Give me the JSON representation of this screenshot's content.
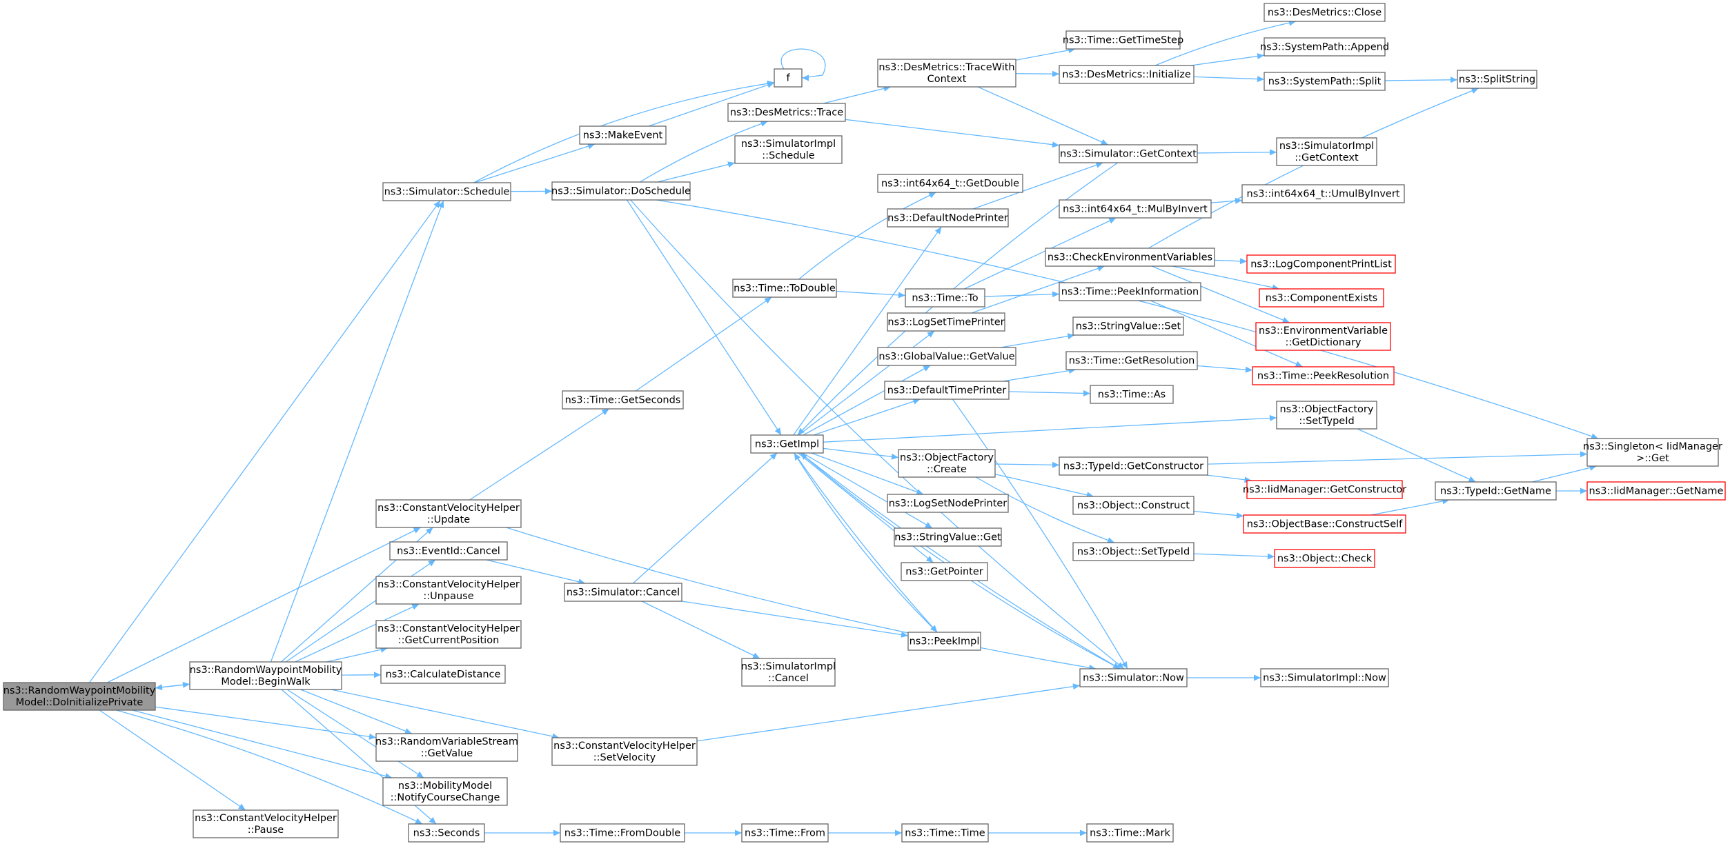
{
  "colors": {
    "edge": "#63b8ff",
    "node_border": "#666666",
    "red_border": "#ff0000",
    "root_fill": "#999999"
  },
  "nodes": [
    {
      "id": "root",
      "lines": [
        "ns3::RandomWaypointMobility",
        "Model::DoInitializePrivate"
      ],
      "style": "gray"
    },
    {
      "id": "beginwalk",
      "lines": [
        "ns3::RandomWaypointMobility",
        "Model::BeginWalk"
      ]
    },
    {
      "id": "pause",
      "lines": [
        "ns3::ConstantVelocityHelper",
        "::Pause"
      ]
    },
    {
      "id": "schedule",
      "lines": [
        "ns3::Simulator::Schedule"
      ]
    },
    {
      "id": "cvh_update",
      "lines": [
        "ns3::ConstantVelocityHelper",
        "::Update"
      ]
    },
    {
      "id": "eventid_cancel",
      "lines": [
        "ns3::EventId::Cancel"
      ]
    },
    {
      "id": "unpause",
      "lines": [
        "ns3::ConstantVelocityHelper",
        "::Unpause"
      ]
    },
    {
      "id": "getcurpos",
      "lines": [
        "ns3::ConstantVelocityHelper",
        "::GetCurrentPosition"
      ]
    },
    {
      "id": "calcdist",
      "lines": [
        "ns3::CalculateDistance"
      ]
    },
    {
      "id": "rvs_getvalue",
      "lines": [
        "ns3::RandomVariableStream",
        "::GetValue"
      ]
    },
    {
      "id": "notifycc",
      "lines": [
        "ns3::MobilityModel",
        "::NotifyCourseChange"
      ]
    },
    {
      "id": "seconds",
      "lines": [
        "ns3::Seconds"
      ]
    },
    {
      "id": "makeevent",
      "lines": [
        "ns3::MakeEvent"
      ]
    },
    {
      "id": "doschedule",
      "lines": [
        "ns3::Simulator::DoSchedule"
      ]
    },
    {
      "id": "getseconds",
      "lines": [
        "ns3::Time::GetSeconds"
      ]
    },
    {
      "id": "sim_cancel",
      "lines": [
        "ns3::Simulator::Cancel"
      ]
    },
    {
      "id": "setvelocity",
      "lines": [
        "ns3::ConstantVelocityHelper",
        "::SetVelocity"
      ]
    },
    {
      "id": "fromdouble",
      "lines": [
        "ns3::Time::FromDouble"
      ]
    },
    {
      "id": "f",
      "lines": [
        "f"
      ]
    },
    {
      "id": "dm_trace",
      "lines": [
        "ns3::DesMetrics::Trace"
      ]
    },
    {
      "id": "si_schedule",
      "lines": [
        "ns3::SimulatorImpl",
        "::Schedule"
      ]
    },
    {
      "id": "todouble",
      "lines": [
        "ns3::Time::ToDouble"
      ]
    },
    {
      "id": "getimpl",
      "lines": [
        "ns3::GetImpl"
      ]
    },
    {
      "id": "si_cancel",
      "lines": [
        "ns3::SimulatorImpl",
        "::Cancel"
      ]
    },
    {
      "id": "from",
      "lines": [
        "ns3::Time::From"
      ]
    },
    {
      "id": "tracewithctx",
      "lines": [
        "ns3::DesMetrics::TraceWith",
        "Context"
      ]
    },
    {
      "id": "i64_getdouble",
      "lines": [
        "ns3::int64x64_t::GetDouble"
      ]
    },
    {
      "id": "defnodeprinter",
      "lines": [
        "ns3::DefaultNodePrinter"
      ]
    },
    {
      "id": "time_to",
      "lines": [
        "ns3::Time::To"
      ]
    },
    {
      "id": "logsettimeprinter",
      "lines": [
        "ns3::LogSetTimePrinter"
      ]
    },
    {
      "id": "gv_getvalue",
      "lines": [
        "ns3::GlobalValue::GetValue"
      ]
    },
    {
      "id": "deftimeprinter",
      "lines": [
        "ns3::DefaultTimePrinter"
      ]
    },
    {
      "id": "of_create",
      "lines": [
        "ns3::ObjectFactory",
        "::Create"
      ]
    },
    {
      "id": "logsetnodeprinter",
      "lines": [
        "ns3::LogSetNodePrinter"
      ]
    },
    {
      "id": "sv_get",
      "lines": [
        "ns3::StringValue::Get"
      ]
    },
    {
      "id": "getpointer",
      "lines": [
        "ns3::GetPointer"
      ]
    },
    {
      "id": "peekimpl",
      "lines": [
        "ns3::PeekImpl"
      ]
    },
    {
      "id": "time_time",
      "lines": [
        "ns3::Time::Time"
      ]
    },
    {
      "id": "gettimestep",
      "lines": [
        "ns3::Time::GetTimeStep"
      ]
    },
    {
      "id": "dm_init",
      "lines": [
        "ns3::DesMetrics::Initialize"
      ]
    },
    {
      "id": "sim_getcontext",
      "lines": [
        "ns3::Simulator::GetContext"
      ]
    },
    {
      "id": "mulbyinvert",
      "lines": [
        "ns3::int64x64_t::MulByInvert"
      ]
    },
    {
      "id": "checkenv",
      "lines": [
        "ns3::CheckEnvironmentVariables"
      ]
    },
    {
      "id": "peekinfo",
      "lines": [
        "ns3::Time::PeekInformation"
      ]
    },
    {
      "id": "sv_set",
      "lines": [
        "ns3::StringValue::Set"
      ]
    },
    {
      "id": "getresolution",
      "lines": [
        "ns3::Time::GetResolution"
      ]
    },
    {
      "id": "time_as",
      "lines": [
        "ns3::Time::As"
      ]
    },
    {
      "id": "tid_getconstructor",
      "lines": [
        "ns3::TypeId::GetConstructor"
      ]
    },
    {
      "id": "obj_construct",
      "lines": [
        "ns3::Object::Construct"
      ]
    },
    {
      "id": "obj_settypeid",
      "lines": [
        "ns3::Object::SetTypeId"
      ]
    },
    {
      "id": "sim_now",
      "lines": [
        "ns3::Simulator::Now"
      ]
    },
    {
      "id": "time_mark",
      "lines": [
        "ns3::Time::Mark"
      ]
    },
    {
      "id": "dm_close",
      "lines": [
        "ns3::DesMetrics::Close"
      ]
    },
    {
      "id": "sp_append",
      "lines": [
        "ns3::SystemPath::Append"
      ]
    },
    {
      "id": "sp_split",
      "lines": [
        "ns3::SystemPath::Split"
      ]
    },
    {
      "id": "si_getcontext",
      "lines": [
        "ns3::SimulatorImpl",
        "::GetContext"
      ]
    },
    {
      "id": "umulbyinvert",
      "lines": [
        "ns3::int64x64_t::UmulByInvert"
      ]
    },
    {
      "id": "logcompprintlist",
      "lines": [
        "ns3::LogComponentPrintList"
      ],
      "style": "red"
    },
    {
      "id": "compexists",
      "lines": [
        "ns3::ComponentExists"
      ],
      "style": "red"
    },
    {
      "id": "envvar_getdict",
      "lines": [
        "ns3::EnvironmentVariable",
        "::GetDictionary"
      ],
      "style": "red"
    },
    {
      "id": "peekresolution",
      "lines": [
        "ns3::Time::PeekResolution"
      ],
      "style": "red"
    },
    {
      "id": "of_settypeid",
      "lines": [
        "ns3::ObjectFactory",
        "::SetTypeId"
      ]
    },
    {
      "id": "iidm_getconstructor",
      "lines": [
        "ns3::IidManager::GetConstructor"
      ],
      "style": "red"
    },
    {
      "id": "ob_constructself",
      "lines": [
        "ns3::ObjectBase::ConstructSelf"
      ],
      "style": "red"
    },
    {
      "id": "obj_check",
      "lines": [
        "ns3::Object::Check"
      ],
      "style": "red"
    },
    {
      "id": "si_now",
      "lines": [
        "ns3::SimulatorImpl::Now"
      ]
    },
    {
      "id": "splitstring",
      "lines": [
        "ns3::SplitString"
      ]
    },
    {
      "id": "tid_getname",
      "lines": [
        "ns3::TypeId::GetName"
      ]
    },
    {
      "id": "singleton_get",
      "lines": [
        "ns3::Singleton< IidManager",
        " >::Get"
      ]
    },
    {
      "id": "iidm_getname",
      "lines": [
        "ns3::IidManager::GetName"
      ],
      "style": "red"
    }
  ]
}
